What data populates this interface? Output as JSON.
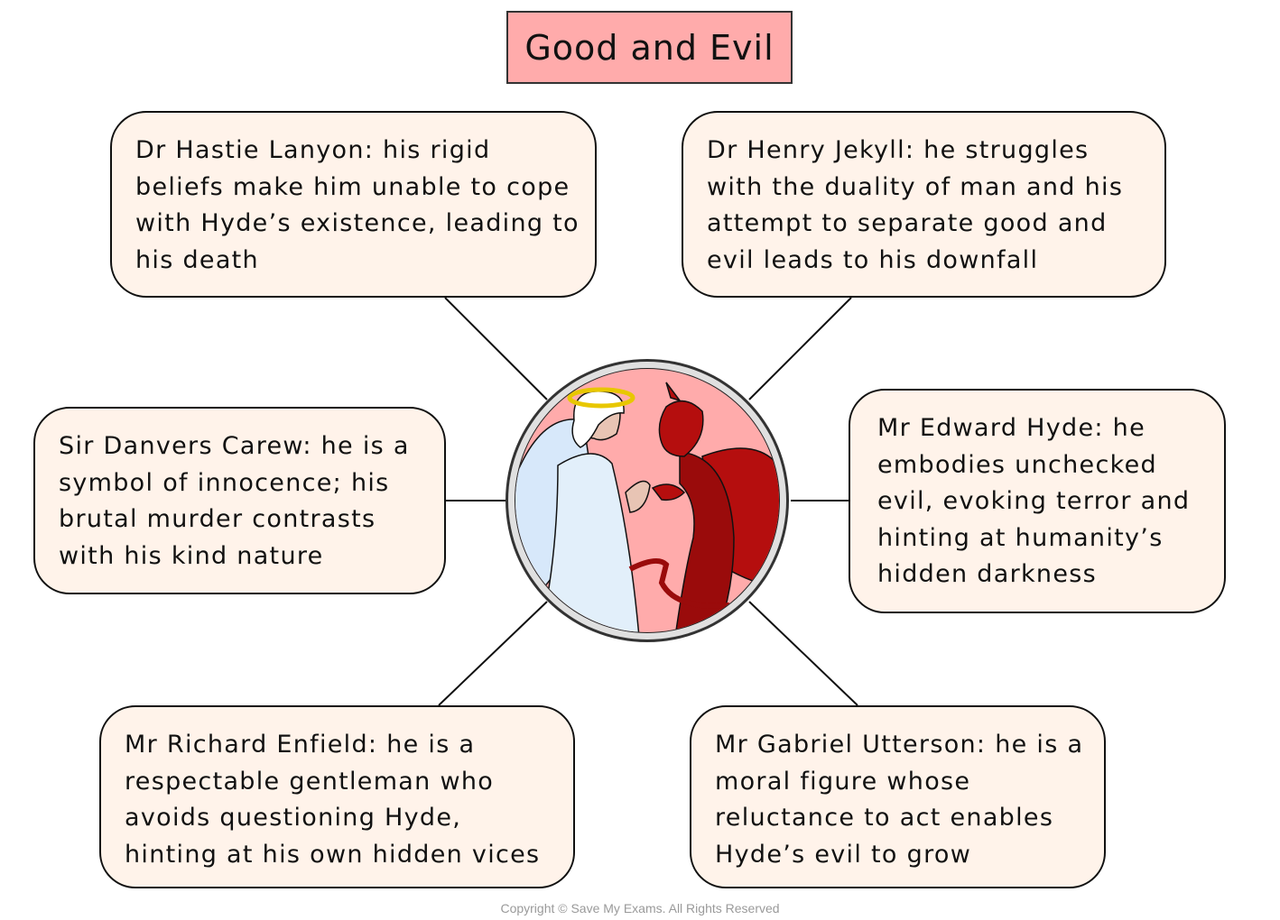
{
  "title": "Good and Evil",
  "center_image": {
    "description": "Angel and devil holding hands",
    "icons": [
      "angel-icon",
      "devil-icon"
    ],
    "colors": {
      "background": "#ffabab",
      "angel_robe": "#e2effa",
      "devil": "#b50e0e",
      "frame": "#e0e0e0"
    }
  },
  "nodes": [
    {
      "id": "lanyon",
      "text": "Dr Hastie Lanyon: his rigid beliefs make him unable to cope with Hyde’s existence, leading to his death"
    },
    {
      "id": "jekyll",
      "text": "Dr Henry Jekyll: he struggles with the duality of man and his attempt to separate good and evil leads to his downfall"
    },
    {
      "id": "carew",
      "text": "Sir Danvers Carew: he is a symbol of innocence; his brutal murder contrasts with his kind nature"
    },
    {
      "id": "hyde",
      "text": "Mr Edward Hyde: he embodies unchecked evil, evoking terror and hinting at humanity’s hidden darkness"
    },
    {
      "id": "enfield",
      "text": "Mr Richard Enfield: he is a respectable gentleman who avoids questioning Hyde, hinting at his own hidden vices"
    },
    {
      "id": "utterson",
      "text": "Mr Gabriel Utterson: he is a moral figure whose reluctance to act enables Hyde’s evil to grow"
    }
  ],
  "colors": {
    "title_bg": "#ffabab",
    "box_bg": "#fff3ea",
    "border": "#111111"
  },
  "footer": {
    "copyright": "Copyright © Save My Exams. All Rights Reserved"
  }
}
